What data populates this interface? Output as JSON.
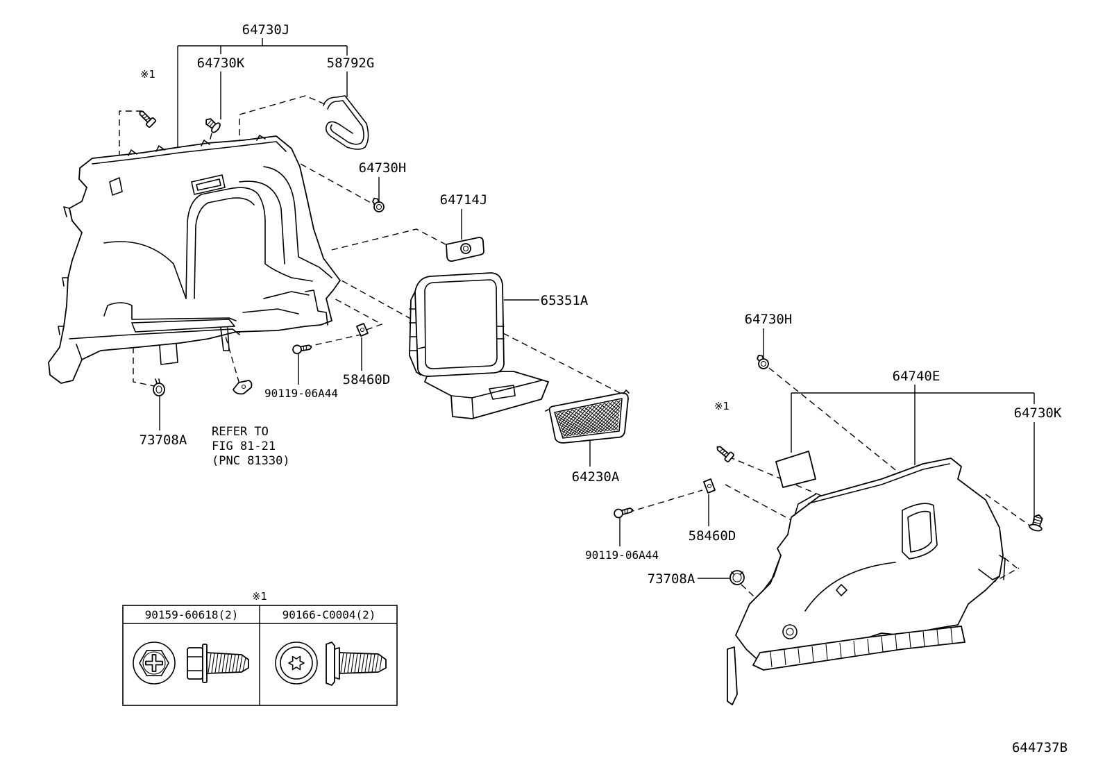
{
  "callouts": {
    "p64730J": "64730J",
    "p64730K_left": "64730K",
    "p58792G": "58792G",
    "mark1_left": "※1",
    "p64730H_left": "64730H",
    "p64714J": "64714J",
    "p65351A": "65351A",
    "p58460D_left": "58460D",
    "p90119_left": "90119-06A44",
    "p73708A_left": "73708A",
    "p64230A": "64230A",
    "p64730H_right": "64730H",
    "p64740E": "64740E",
    "mark1_right": "※1",
    "p64730K_right": "64730K",
    "p58460D_right": "58460D",
    "p90119_right": "90119-06A44",
    "p73708A_right": "73708A"
  },
  "reference_note": {
    "line1": "REFER TO",
    "line2": "FIG 81-21",
    "line3": "(PNC 81330)"
  },
  "fastener_table": {
    "mark": "※1",
    "left_header": "90159-60618(2)",
    "right_header": "90166-C0004(2)"
  },
  "figure_code": "644737B",
  "colors": {
    "line": "#000000",
    "background": "#ffffff"
  }
}
